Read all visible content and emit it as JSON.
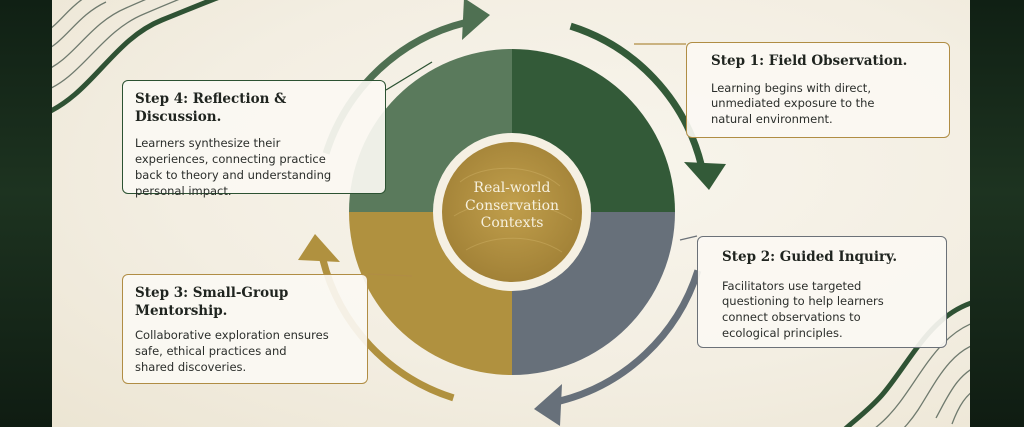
{
  "center": {
    "line1": "Real-world",
    "line2": "Conservation",
    "line3": "Contexts"
  },
  "steps": [
    {
      "title": "Step 1: Field Observation.",
      "body_lines": [
        "Learning begins with direct,",
        "unmediated exposure to the",
        "natural environment."
      ],
      "color": "#335a38"
    },
    {
      "title": "Step 2: Guided Inquiry.",
      "body_lines": [
        "Facilitators use targeted",
        "questioning to help learners",
        "connect observations to",
        "ecological principles."
      ],
      "color": "#67707a"
    },
    {
      "title_lines": [
        "Step 3: Small-Group",
        "Mentorship."
      ],
      "body_lines": [
        "Collaborative exploration ensures",
        "safe, ethical practices and",
        "shared discoveries."
      ],
      "color": "#b0913f"
    },
    {
      "title": "Step 4: Reflection & Discussion.",
      "body_lines": [
        "Learners synthesize their",
        "experiences, connecting practice",
        "back to theory and understanding",
        "personal impact."
      ],
      "color": "#5a7a5c"
    }
  ],
  "colors": {
    "dark_green": "#335a38",
    "sage_green": "#5a7a5c",
    "slate": "#67707a",
    "ochre": "#b0913f",
    "cream": "#f5f0e3"
  }
}
